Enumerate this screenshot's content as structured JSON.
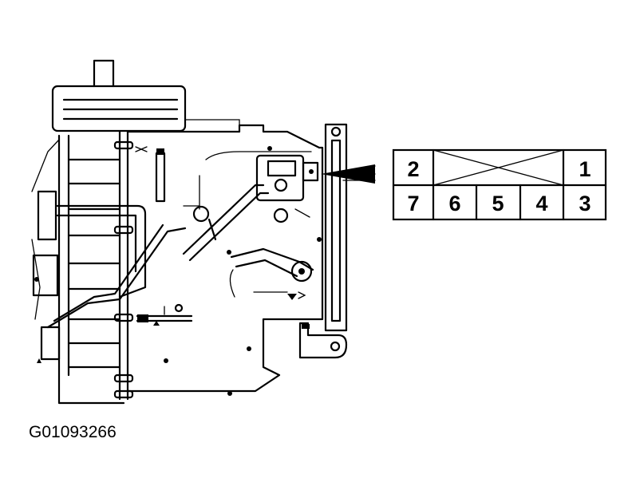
{
  "figure": {
    "code": "G01093266"
  },
  "connector": {
    "top_row": [
      "2",
      "",
      "1"
    ],
    "bottom_row": [
      "7",
      "6",
      "5",
      "4",
      "3"
    ]
  },
  "colors": {
    "ink": "#000000",
    "paper": "#ffffff"
  }
}
